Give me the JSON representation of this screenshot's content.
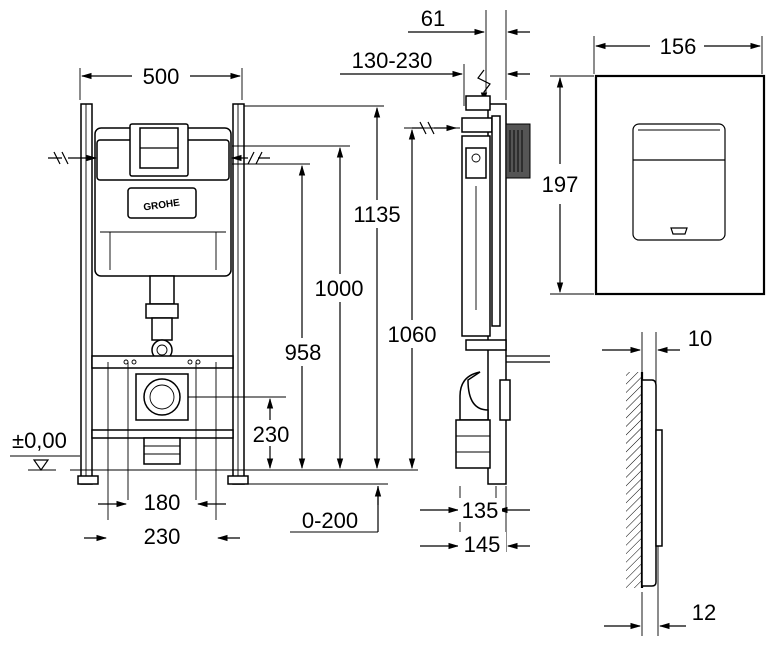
{
  "front_view": {
    "width_label": "500",
    "height_1135": "1135",
    "height_1000": "1000",
    "height_958": "958",
    "height_230": "230",
    "floor_label": "±0,00",
    "width_180": "180",
    "width_230": "230",
    "range_label": "0-200",
    "logo_text": "GROHE"
  },
  "side_view": {
    "depth_61": "61",
    "depth_range": "130-230",
    "height_1060": "1060",
    "depth_135": "135",
    "depth_145": "145"
  },
  "plate_front": {
    "width_label": "156",
    "height_label": "197"
  },
  "plate_side": {
    "thickness_top": "10",
    "thickness_bottom": "12"
  }
}
